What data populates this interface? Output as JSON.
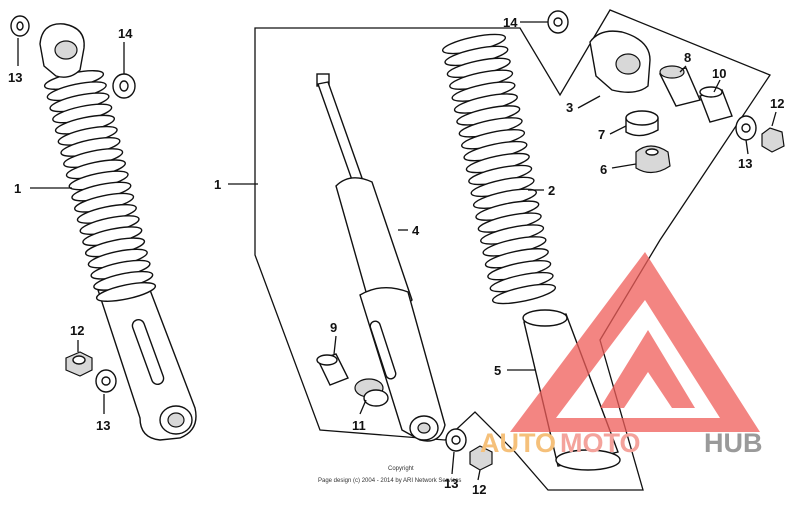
{
  "callouts": {
    "n13_topleft": "13",
    "n14_topleft": "14",
    "n1_left": "1",
    "n12_left": "12",
    "n13_left": "13",
    "n1_mid": "1",
    "n4": "4",
    "n9": "9",
    "n11": "11",
    "n13_bottom": "13",
    "n12_bottom": "12",
    "n5": "5",
    "n2": "2",
    "n14_top": "14",
    "n3": "3",
    "n8": "8",
    "n10": "10",
    "n12_right": "12",
    "n7": "7",
    "n6": "6",
    "n13_right": "13"
  },
  "copyright": {
    "line1": "Copyright",
    "line2": "Page design (c) 2004 - 2014 by ARI Network Services"
  },
  "watermark": {
    "part1": "AUTO",
    "part2": "MOTO",
    "part3": "HUB",
    "color1": "#f5c07a",
    "color2": "#f4a39c",
    "color3": "#9a9a9a",
    "logo_color": "#ef5d59"
  }
}
